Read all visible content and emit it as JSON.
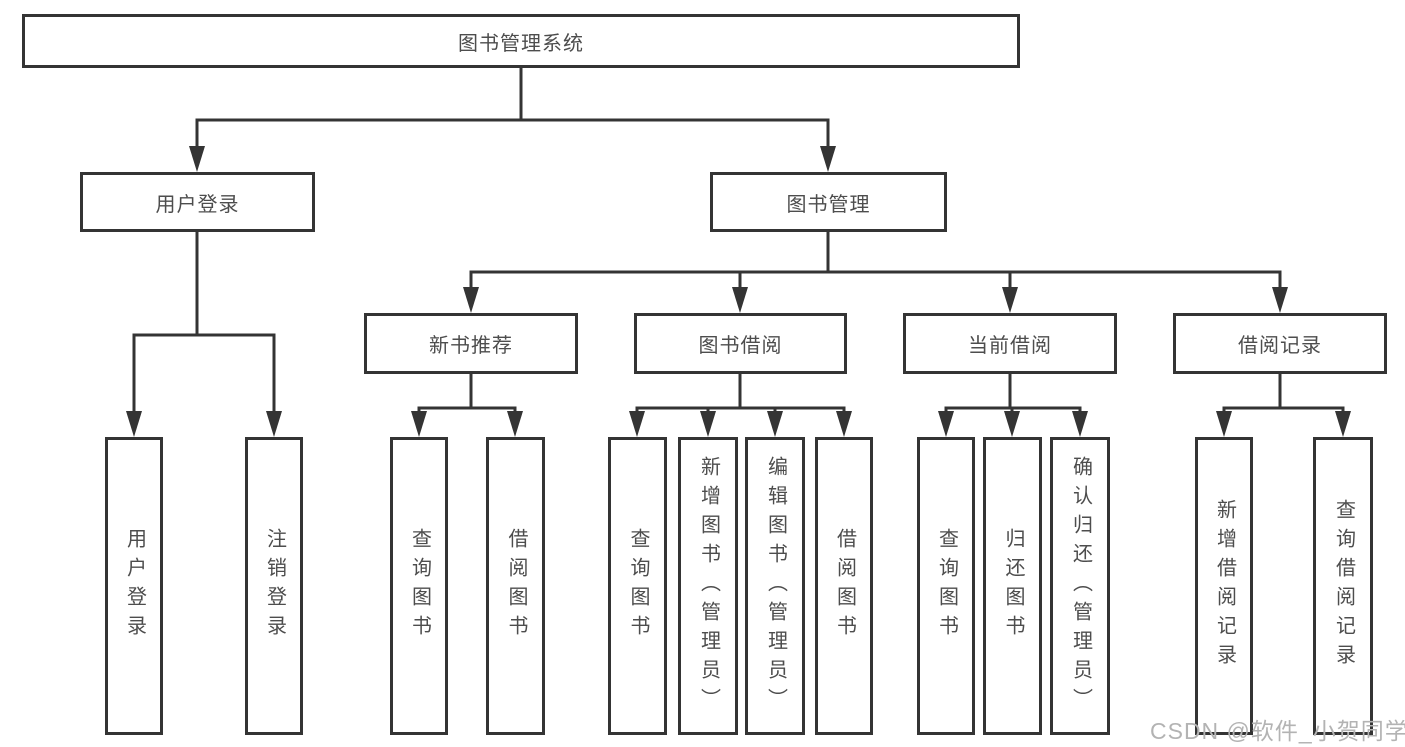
{
  "nodes": {
    "root": "图书管理系统",
    "user_login": "用户登录",
    "book_mgmt": "图书管理",
    "new_book_rec": "新书推荐",
    "book_borrowing": "图书借阅",
    "current_borrowing": "当前借阅",
    "borrowing_records": "借阅记录",
    "leaf_user_login": "用户登录",
    "leaf_logout": "注销登录",
    "rec_query_book": "查询图书",
    "rec_borrow_book": "借阅图书",
    "bor_query_book": "查询图书",
    "bor_add_book": "新增图书（管理员）",
    "bor_edit_book": "编辑图书（管理员）",
    "bor_borrow_book": "借阅图书",
    "cur_query_book": "查询图书",
    "cur_return_book": "归还图书",
    "cur_confirm_return": "确认归还（管理员）",
    "recd_add_record": "新增借阅记录",
    "recd_query_record": "查询借阅记录"
  },
  "structure": {
    "label": "图书管理系统",
    "children": [
      {
        "label": "用户登录",
        "children": [
          {
            "label": "用户登录"
          },
          {
            "label": "注销登录"
          }
        ]
      },
      {
        "label": "图书管理",
        "children": [
          {
            "label": "新书推荐",
            "children": [
              {
                "label": "查询图书"
              },
              {
                "label": "借阅图书"
              }
            ]
          },
          {
            "label": "图书借阅",
            "children": [
              {
                "label": "查询图书"
              },
              {
                "label": "新增图书（管理员）"
              },
              {
                "label": "编辑图书（管理员）"
              },
              {
                "label": "借阅图书"
              }
            ]
          },
          {
            "label": "当前借阅",
            "children": [
              {
                "label": "查询图书"
              },
              {
                "label": "归还图书"
              },
              {
                "label": "确认归还（管理员）"
              }
            ]
          },
          {
            "label": "借阅记录",
            "children": [
              {
                "label": "新增借阅记录"
              },
              {
                "label": "查询借阅记录"
              }
            ]
          }
        ]
      }
    ]
  },
  "watermark": {
    "text": "CSDN @软件_小贺同学"
  },
  "colors": {
    "line": "#343434",
    "box_border": "#343434",
    "text": "#4d4d4d",
    "background": "#ffffff",
    "watermark": "#b3b3b3"
  }
}
